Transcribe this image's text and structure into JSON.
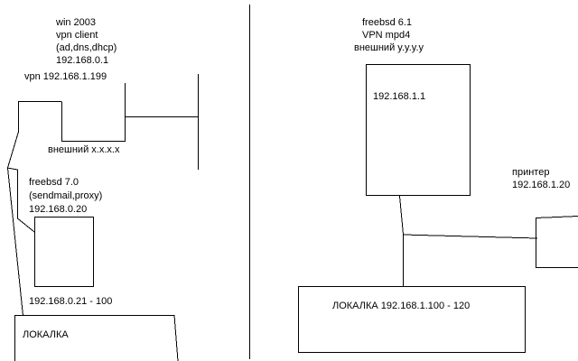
{
  "left": {
    "win_server": {
      "os": "win 2003",
      "role": "vpn client",
      "services": "(ad,dns,dhcp)",
      "lan_ip": "192.168.0.1",
      "vpn_ip": "vpn 192.168.1.199",
      "external": "внешний x.x.x.x"
    },
    "freebsd_server": {
      "os": "freebsd 7.0",
      "services": "(sendmail,proxy)",
      "lan_ip": "192.168.0.20"
    },
    "lan_range": "192.168.0.21 - 100",
    "lan_label": "ЛОКАЛКА"
  },
  "right": {
    "freebsd_gateway": {
      "os": "freebsd 6.1",
      "vpn": "VPN mpd4",
      "external": "внешний y.y.y.y",
      "lan_ip": "192.168.1.1"
    },
    "printer": {
      "name": "принтер",
      "ip": "192.168.1.20"
    },
    "lan_label": "ЛОКАЛКА 192.168.1.100 - 120"
  }
}
